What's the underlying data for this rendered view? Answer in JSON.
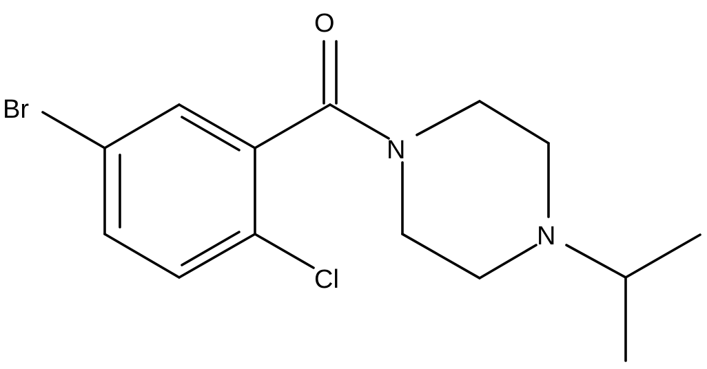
{
  "molecule": {
    "atoms": {
      "oxygen": "O",
      "bromine": "Br",
      "chlorine": "Cl",
      "nitrogen_amide": "N",
      "nitrogen_amine": "N"
    }
  },
  "colors": {
    "bond": "#000000",
    "label": "#000000",
    "background": "#ffffff"
  }
}
